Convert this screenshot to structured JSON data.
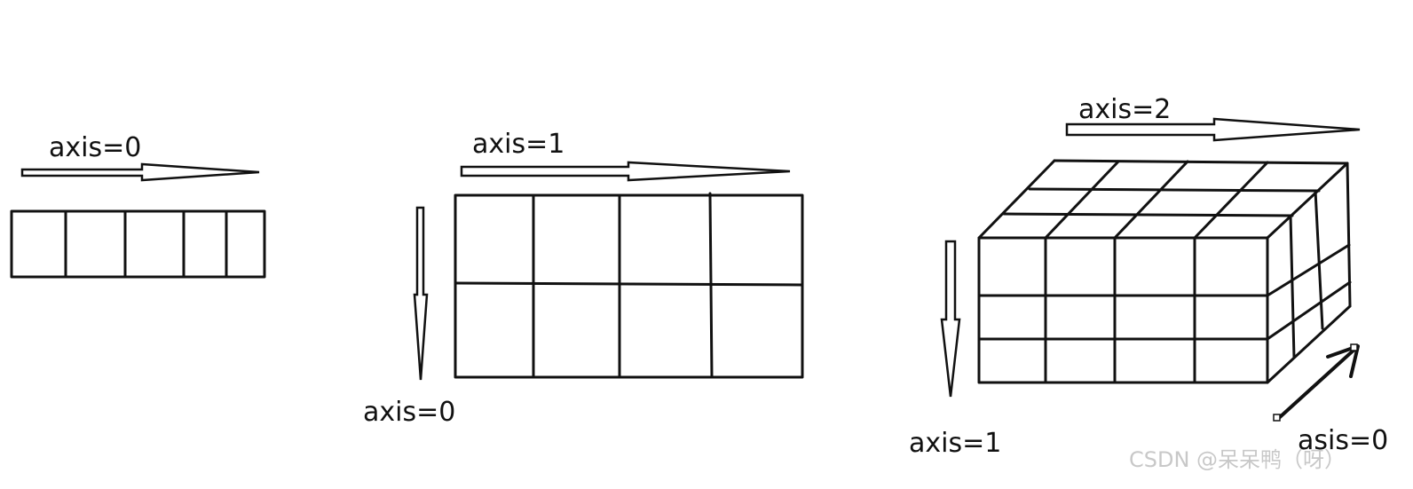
{
  "diagram_1d": {
    "axis_label": "axis=0",
    "cells": 5
  },
  "diagram_2d": {
    "axis_horizontal_label": "axis=1",
    "axis_vertical_label": "axis=0",
    "rows": 2,
    "cols": 4
  },
  "diagram_3d": {
    "axis_horizontal_label": "axis=2",
    "axis_vertical_label": "axis=1",
    "axis_depth_label": "asis=0",
    "rows": 3,
    "cols": 4,
    "depth": 3
  },
  "watermark": "CSDN @呆呆鸭（呀）",
  "colors": {
    "stroke": "#111111",
    "background": "#ffffff",
    "watermark": "#c8c8c8"
  }
}
